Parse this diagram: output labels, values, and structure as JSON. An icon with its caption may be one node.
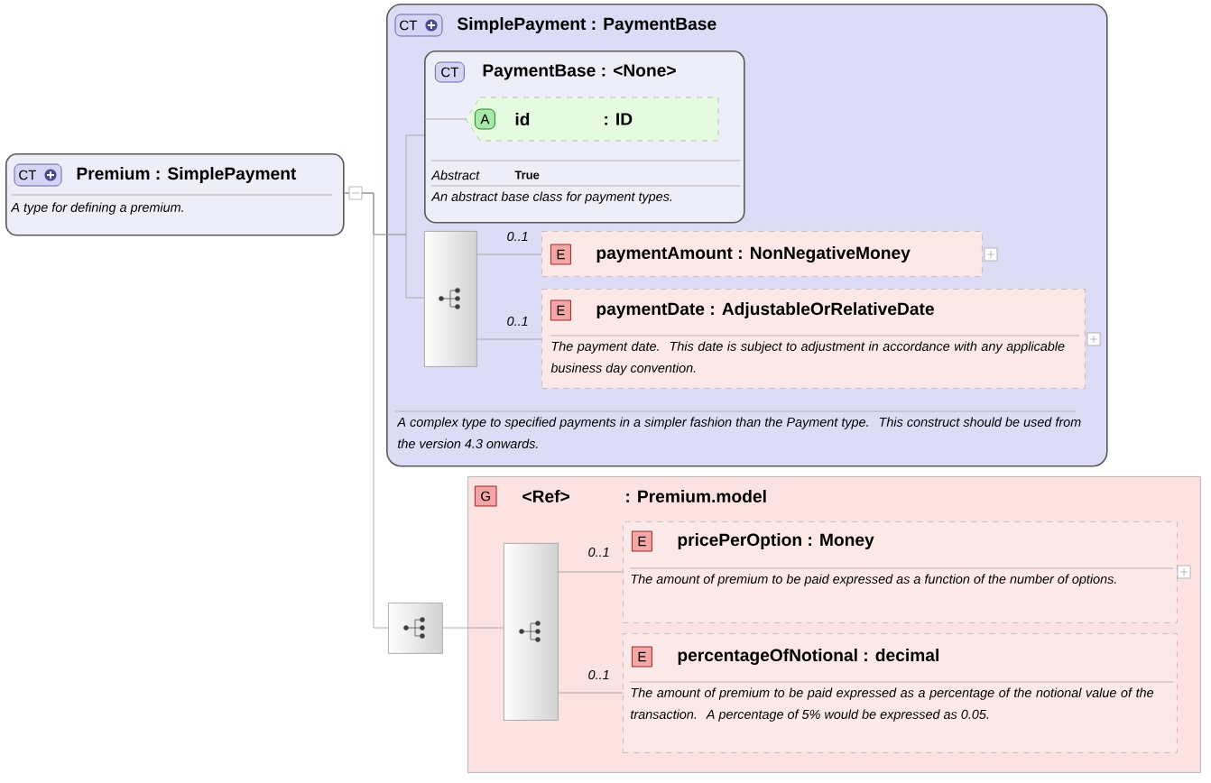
{
  "diagram": {
    "nodes": [
      {
        "text": [
          "CT",
          "Premium : SimplePayment",
          "A type for defining a premium."
        ]
      },
      {
        "text": [
          "CT",
          "SimplePayment : PaymentBase",
          "A complex type to specified payments in a simpler fashion than the Payment type. This construct should be used from the version 4.3 onwards."
        ]
      },
      {
        "text": [
          "CT",
          "PaymentBase : <None>",
          "Abstract",
          "True",
          "An abstract base class for payment types."
        ],
        "in": 1
      },
      {
        "text": [
          "A",
          "id",
          ": ID"
        ],
        "in": 2
      },
      {
        "text": [],
        "shape": "box",
        "in": 1
      },
      {
        "text": [
          "E",
          "paymentAmount : NonNegativeMoney"
        ],
        "beside": [
          "0..1"
        ],
        "in": 1
      },
      {
        "text": [
          "E",
          "paymentDate : AdjustableOrRelativeDate",
          "The payment date. This date is subject to adjustment in accordance with any applicable business day convention."
        ],
        "beside": [
          "0..1"
        ],
        "in": 1
      },
      {
        "text": [],
        "shape": "box"
      },
      {
        "text": [
          "G",
          "<Ref>",
          ": Premium.model"
        ]
      },
      {
        "text": [],
        "shape": "box",
        "in": 8
      },
      {
        "text": [
          "E",
          "pricePerOption : Money",
          "The amount of premium to be paid expressed as a function of the number of options."
        ],
        "beside": [
          "0..1"
        ],
        "in": 8
      },
      {
        "text": [
          "E",
          "percentageOfNotional : decimal",
          "The amount of premium to be paid expressed as a percentage of the notional value of the transaction. A percentage of 5% would be expressed as 0.05."
        ],
        "beside": [
          "0..1"
        ],
        "in": 8
      }
    ],
    "edges": [
      {
        "from": 0,
        "to": 2,
        "arrow": "none"
      },
      {
        "from": 0,
        "to": 4,
        "arrow": "none"
      },
      {
        "from": 0,
        "to": 7,
        "arrow": "none"
      },
      {
        "from": 2,
        "to": 3,
        "arrow": "none"
      },
      {
        "from": 4,
        "to": 5,
        "arrow": "none"
      },
      {
        "from": 4,
        "to": 6,
        "arrow": "none"
      },
      {
        "from": 7,
        "to": 9,
        "arrow": "none"
      },
      {
        "from": 9,
        "to": 10,
        "arrow": "none"
      },
      {
        "from": 9,
        "to": 11,
        "arrow": "none"
      }
    ]
  }
}
